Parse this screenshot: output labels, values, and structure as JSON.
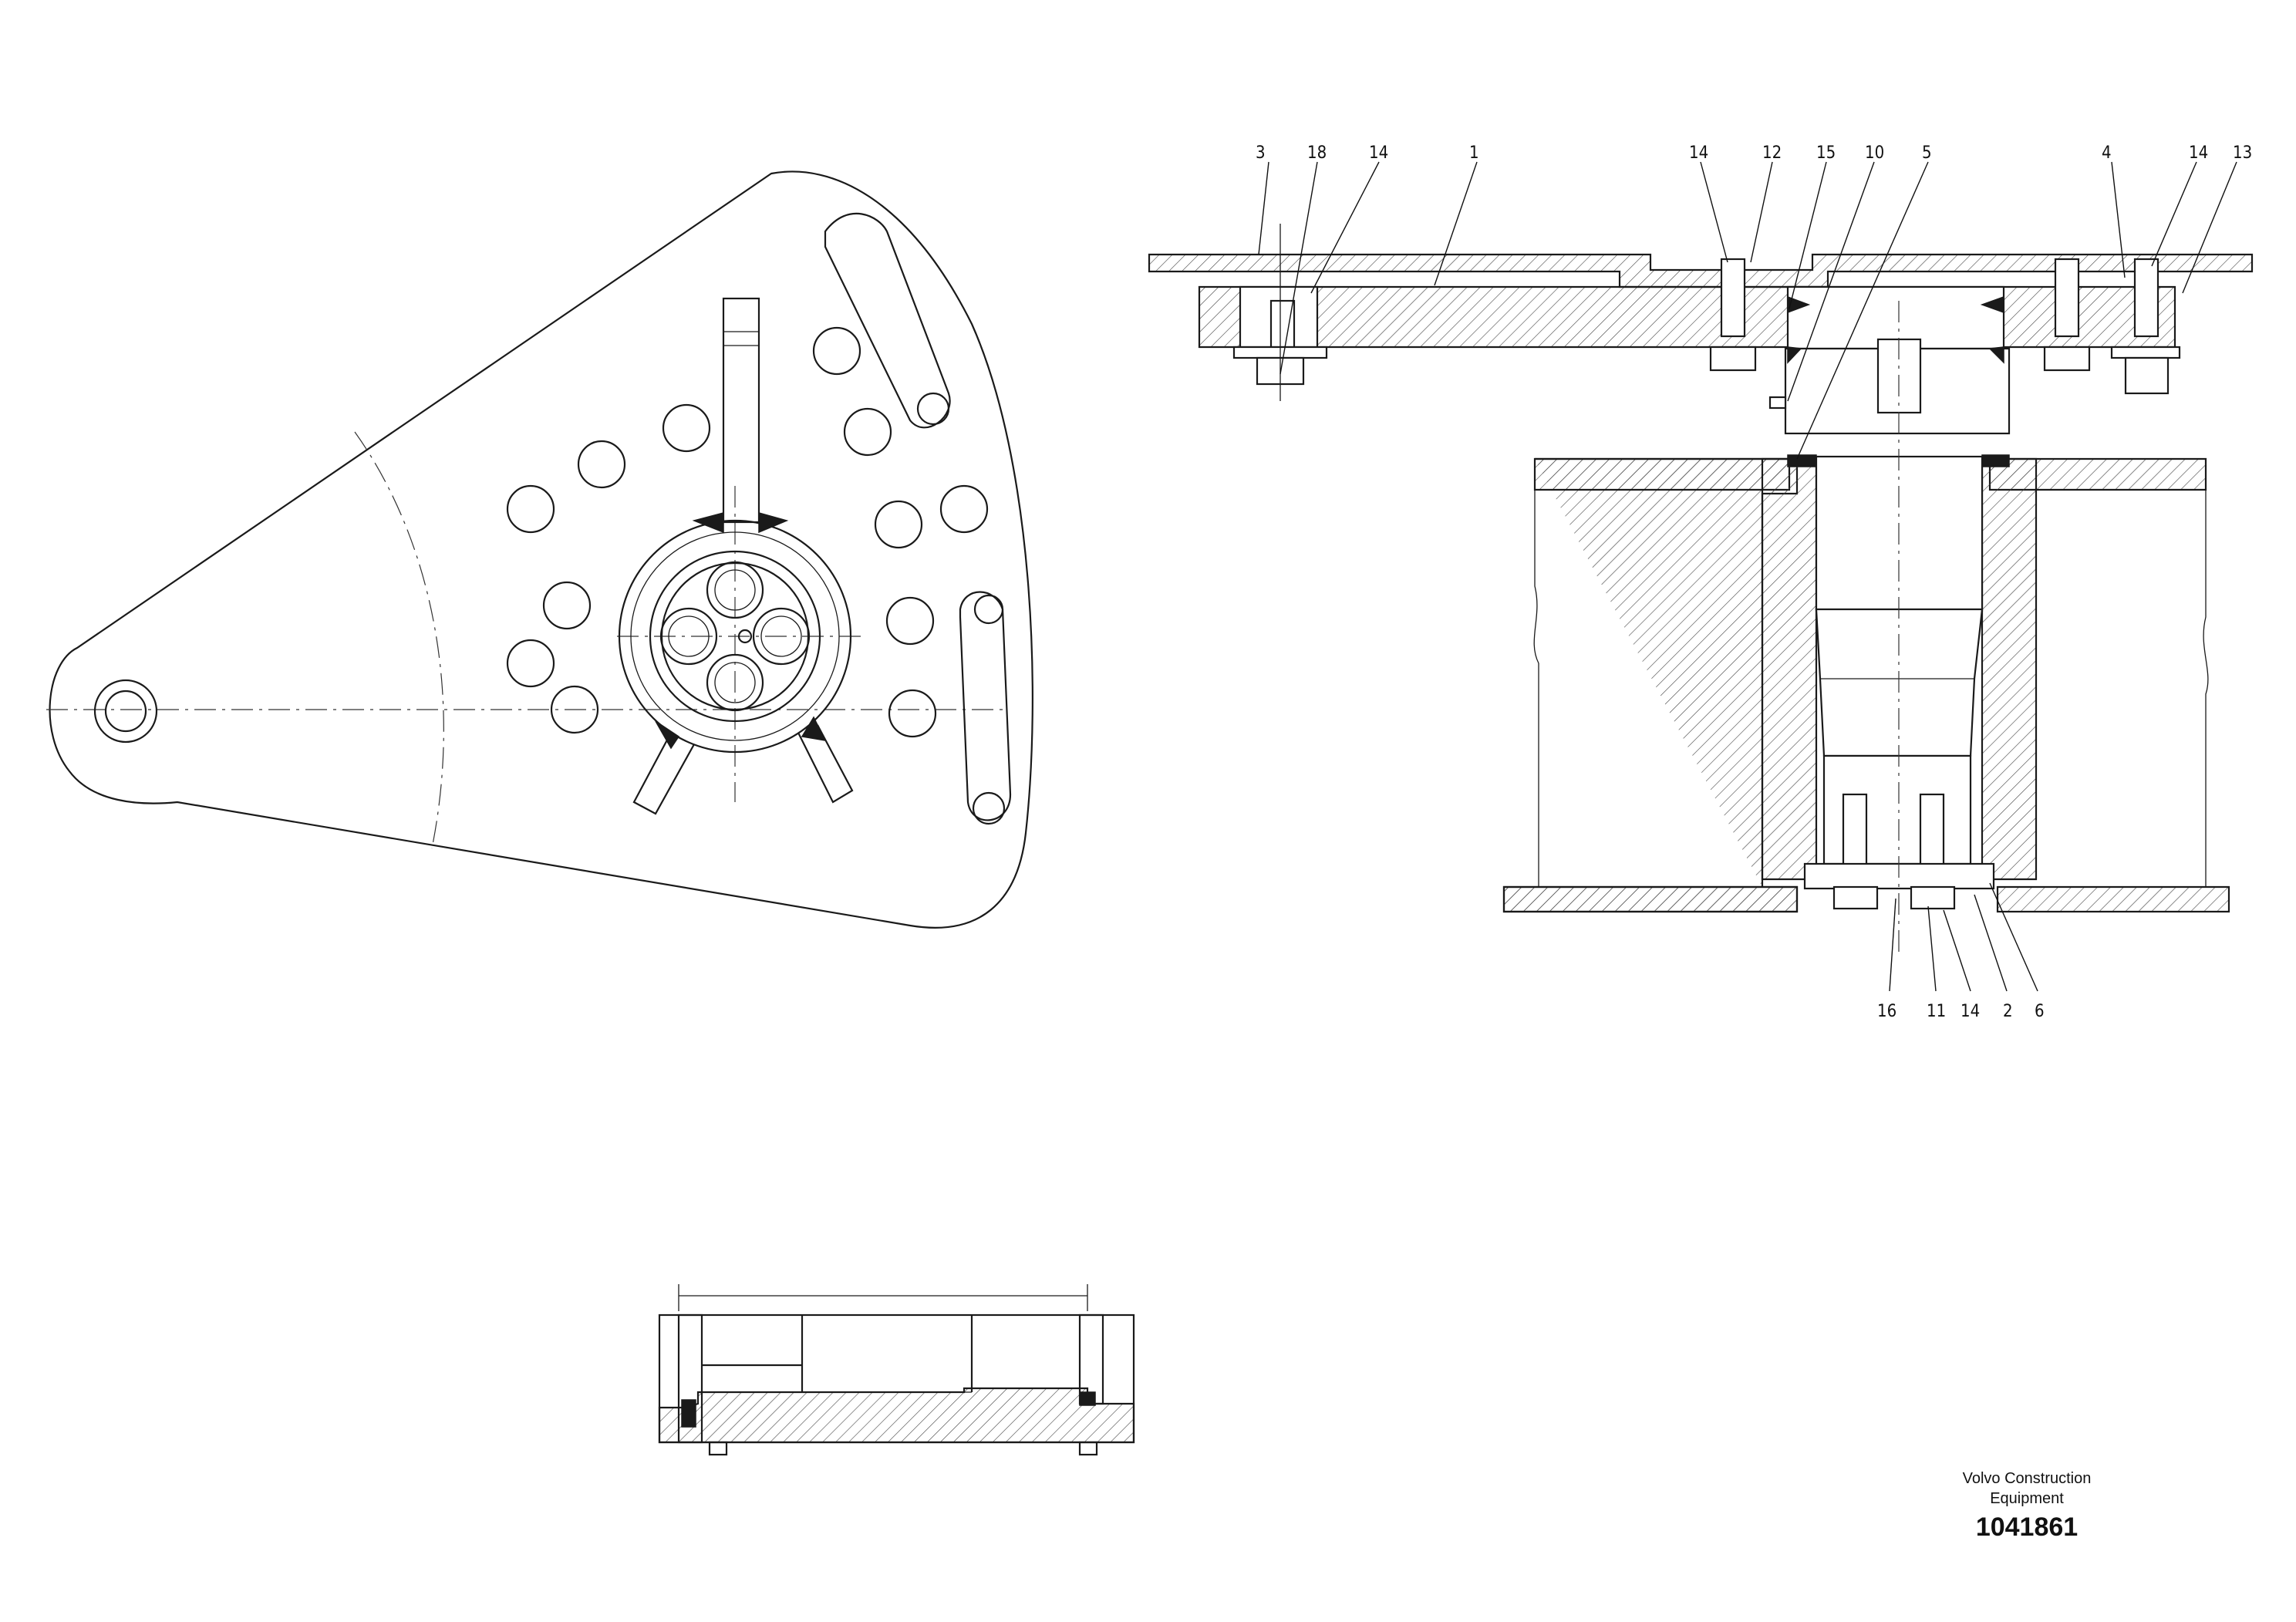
{
  "drawing": {
    "manufacturer_line1": "Volvo Construction",
    "manufacturer_line2": "Equipment",
    "document_number": "1041861"
  },
  "callouts_top": [
    "3",
    "18",
    "14",
    "1",
    "14",
    "12",
    "15",
    "10",
    "5",
    "4",
    "14",
    "13"
  ],
  "callouts_bottom": [
    "16",
    "11",
    "14",
    "2",
    "6"
  ]
}
